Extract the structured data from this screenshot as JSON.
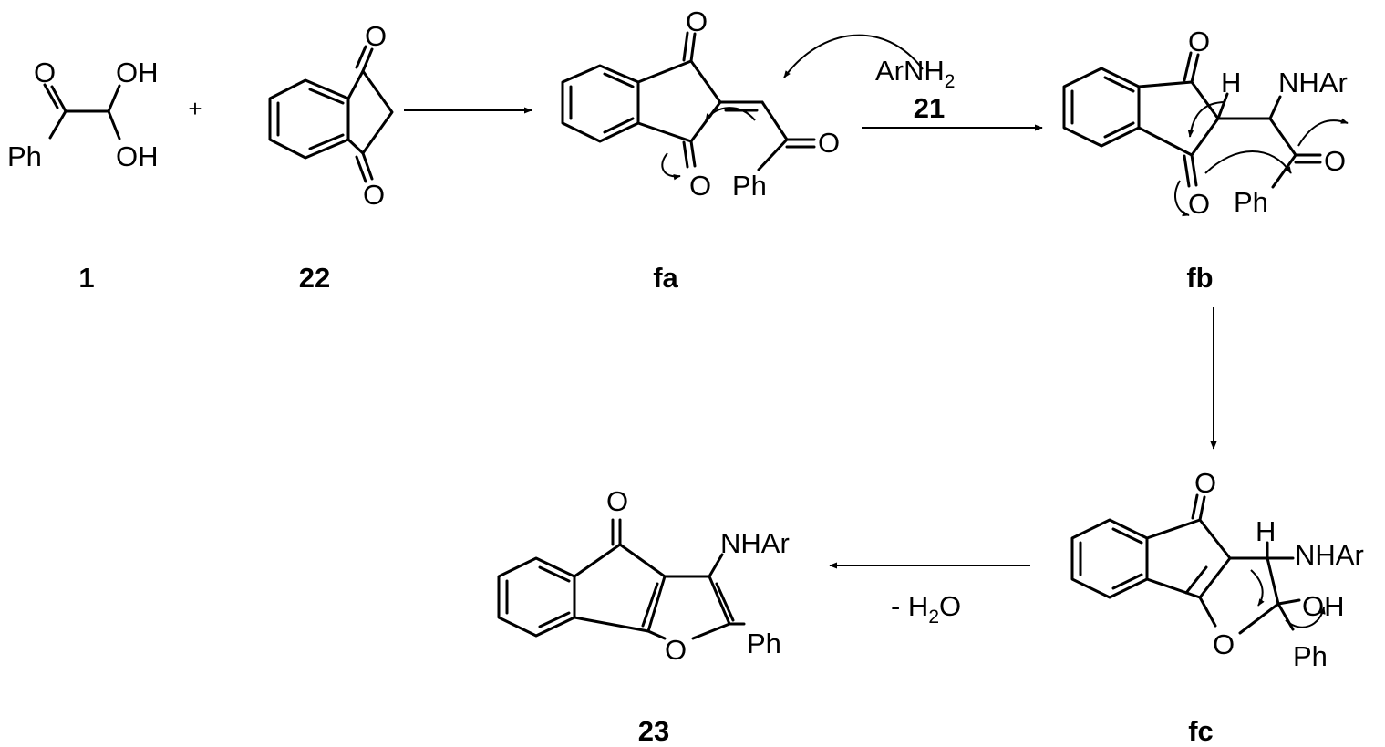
{
  "compounds": {
    "c1": {
      "label": "1",
      "atoms": {
        "o_keto": "O",
        "oh_top": "OH",
        "oh_bottom": "OH",
        "ph": "Ph"
      }
    },
    "c22": {
      "label": "22",
      "atoms": {
        "o_top": "O",
        "o_bottom": "O"
      }
    },
    "fa": {
      "label": "fa",
      "atoms": {
        "o_top": "O",
        "o_bottom": "O",
        "o_side": "O",
        "ph": "Ph"
      }
    },
    "fb": {
      "label": "fb",
      "atoms": {
        "o_top": "O",
        "o_bottom": "O",
        "o_side": "O",
        "h": "H",
        "nhar": "NHAr",
        "ph": "Ph"
      }
    },
    "fc": {
      "label": "fc",
      "atoms": {
        "o_top": "O",
        "o_ring": "O",
        "h": "H",
        "nhar": "NHAr",
        "oh": "OH",
        "ph": "Ph"
      }
    },
    "c23": {
      "label": "23",
      "atoms": {
        "o_top": "O",
        "o_ring": "O",
        "nhar": "NHAr",
        "ph": "Ph"
      }
    }
  },
  "plus_sign": "+",
  "conditions": {
    "step2_reagent": "ArNH",
    "step2_reagent_sub": "2",
    "step2_reagent_number": "21",
    "step4_main": "- H",
    "step4_sub": "2",
    "step4_tail": "O"
  }
}
